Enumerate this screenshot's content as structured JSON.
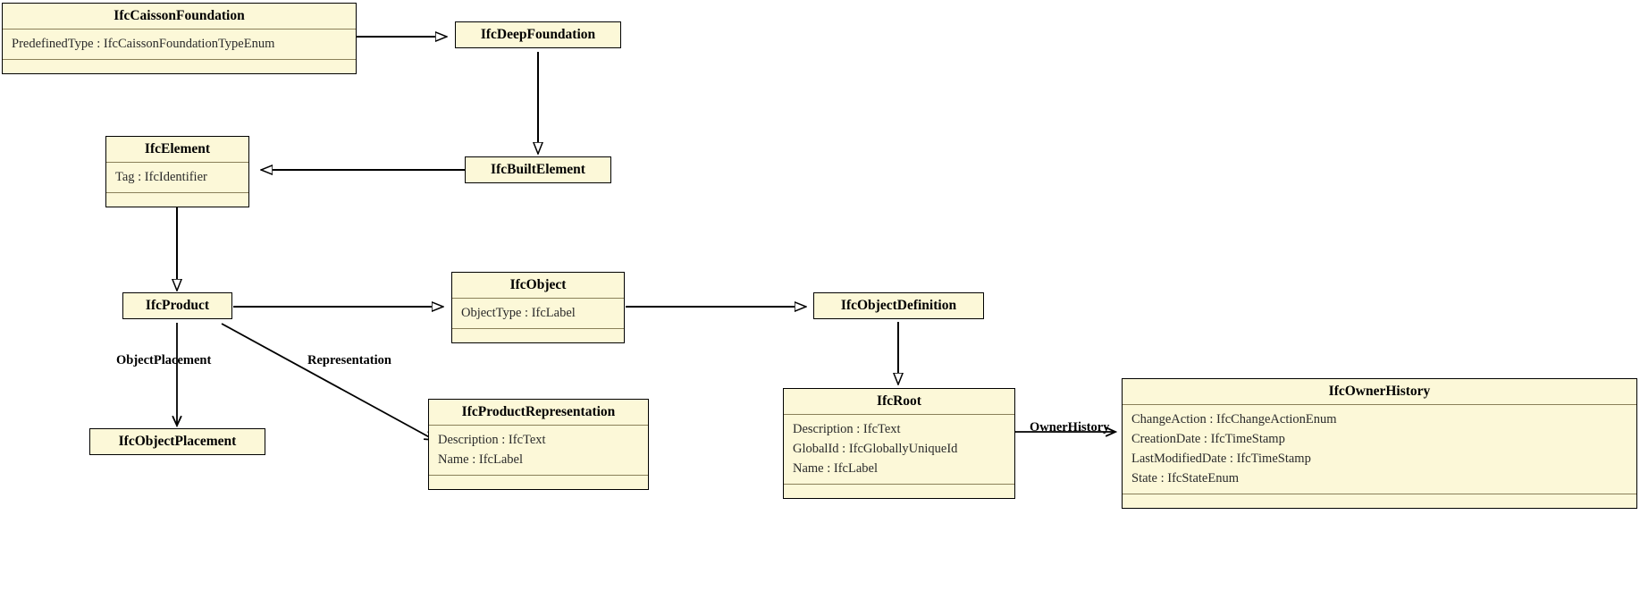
{
  "diagram": {
    "kind": "uml-class-diagram",
    "title": "IFC Entity Inheritance Diagram",
    "colors": {
      "class_fill": "#fcf8d8",
      "class_border": "#000000",
      "compartment_divider": "#8a8059",
      "edge": "#000000",
      "background": "#ffffff"
    }
  },
  "classes": [
    {
      "id": "IfcCaissonFoundation",
      "name": "IfcCaissonFoundation",
      "attributes": [
        "PredefinedType : IfcCaissonFoundationTypeEnum"
      ],
      "has_operations_compartment": true
    },
    {
      "id": "IfcDeepFoundation",
      "name": "IfcDeepFoundation",
      "attributes": [],
      "has_operations_compartment": false
    },
    {
      "id": "IfcElement",
      "name": "IfcElement",
      "attributes": [
        "Tag : IfcIdentifier"
      ],
      "has_operations_compartment": true
    },
    {
      "id": "IfcBuiltElement",
      "name": "IfcBuiltElement",
      "attributes": [],
      "has_operations_compartment": false
    },
    {
      "id": "IfcProduct",
      "name": "IfcProduct",
      "attributes": [],
      "has_operations_compartment": false
    },
    {
      "id": "IfcObject",
      "name": "IfcObject",
      "attributes": [
        "ObjectType : IfcLabel"
      ],
      "has_operations_compartment": true
    },
    {
      "id": "IfcObjectDefinition",
      "name": "IfcObjectDefinition",
      "attributes": [],
      "has_operations_compartment": false
    },
    {
      "id": "IfcObjectPlacement",
      "name": "IfcObjectPlacement",
      "attributes": [],
      "has_operations_compartment": false
    },
    {
      "id": "IfcProductRepresentation",
      "name": "IfcProductRepresentation",
      "attributes": [
        "Description : IfcText",
        "Name : IfcLabel"
      ],
      "has_operations_compartment": true
    },
    {
      "id": "IfcRoot",
      "name": "IfcRoot",
      "attributes": [
        "Description : IfcText",
        "GlobalId : IfcGloballyUniqueId",
        "Name : IfcLabel"
      ],
      "has_operations_compartment": true
    },
    {
      "id": "IfcOwnerHistory",
      "name": "IfcOwnerHistory",
      "attributes": [
        "ChangeAction : IfcChangeActionEnum",
        "CreationDate : IfcTimeStamp",
        "LastModifiedDate : IfcTimeStamp",
        "State : IfcStateEnum"
      ],
      "has_operations_compartment": true
    }
  ],
  "edges": [
    {
      "id": "caisson-to-deep",
      "from": "IfcCaissonFoundation",
      "to": "IfcDeepFoundation",
      "type": "generalization",
      "label": ""
    },
    {
      "id": "deep-to-built",
      "from": "IfcDeepFoundation",
      "to": "IfcBuiltElement",
      "type": "generalization",
      "label": ""
    },
    {
      "id": "built-to-element",
      "from": "IfcBuiltElement",
      "to": "IfcElement",
      "type": "generalization",
      "label": ""
    },
    {
      "id": "element-to-product",
      "from": "IfcElement",
      "to": "IfcProduct",
      "type": "generalization",
      "label": ""
    },
    {
      "id": "product-to-object",
      "from": "IfcProduct",
      "to": "IfcObject",
      "type": "generalization",
      "label": ""
    },
    {
      "id": "object-to-objectdefinition",
      "from": "IfcObject",
      "to": "IfcObjectDefinition",
      "type": "generalization",
      "label": ""
    },
    {
      "id": "objectdefinition-to-root",
      "from": "IfcObjectDefinition",
      "to": "IfcRoot",
      "type": "generalization",
      "label": ""
    },
    {
      "id": "product-to-objectplacement",
      "from": "IfcProduct",
      "to": "IfcObjectPlacement",
      "type": "association",
      "label": "ObjectPlacement"
    },
    {
      "id": "product-to-productrepresentation",
      "from": "IfcProduct",
      "to": "IfcProductRepresentation",
      "type": "association",
      "label": "Representation"
    },
    {
      "id": "root-to-ownerhistory",
      "from": "IfcRoot",
      "to": "IfcOwnerHistory",
      "type": "association",
      "label": "OwnerHistory"
    }
  ],
  "edge_labels": {
    "object_placement": "ObjectPlacement",
    "representation": "Representation",
    "owner_history": "OwnerHistory"
  }
}
